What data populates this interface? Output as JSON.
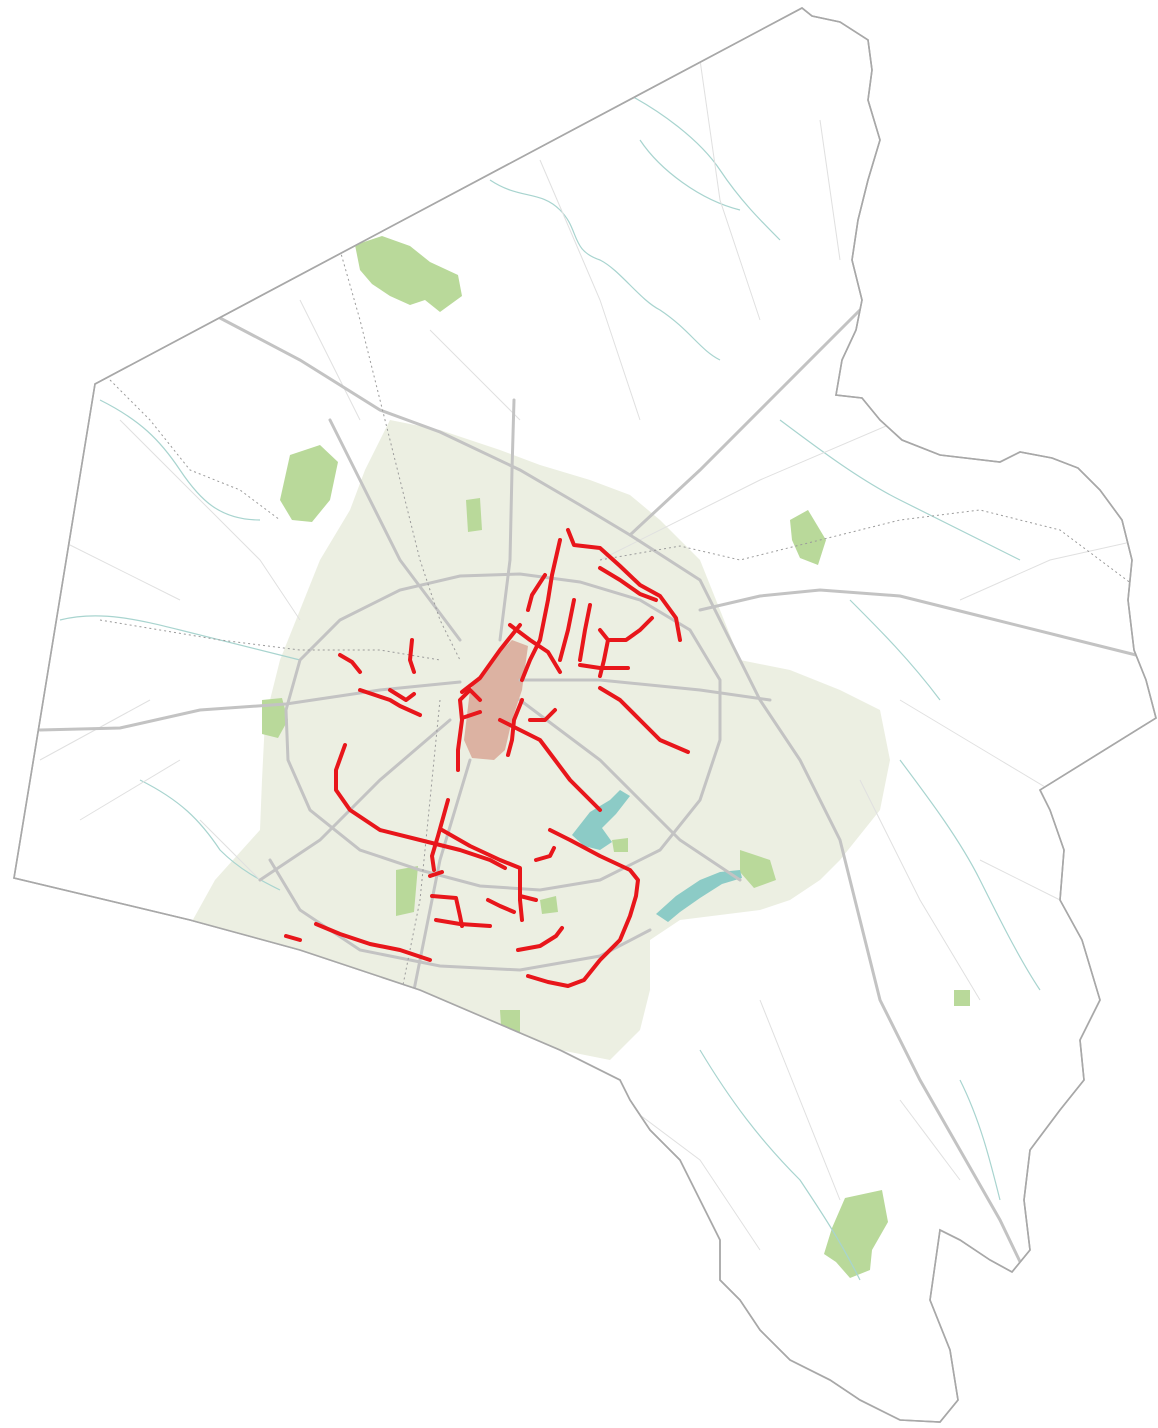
{
  "map": {
    "colors": {
      "background": "#ffffff",
      "county_outline": "#a8a8a8",
      "urban_area": "#ecefe2",
      "downtown": "#d9a796",
      "park": "#b9d99a",
      "water": "#8ccbc6",
      "stream": "#a8d4cf",
      "major_road": "#c3c3c3",
      "minor_road": "#e0e0e0",
      "railroad": "#9b9b9b",
      "highlighted_route": "#e8161b"
    },
    "layers": [
      "county-boundary",
      "urban-service-area",
      "downtown",
      "parks",
      "streams",
      "lakes",
      "minor-roads",
      "major-roads",
      "railroads",
      "highlighted-routes"
    ],
    "labels": []
  }
}
